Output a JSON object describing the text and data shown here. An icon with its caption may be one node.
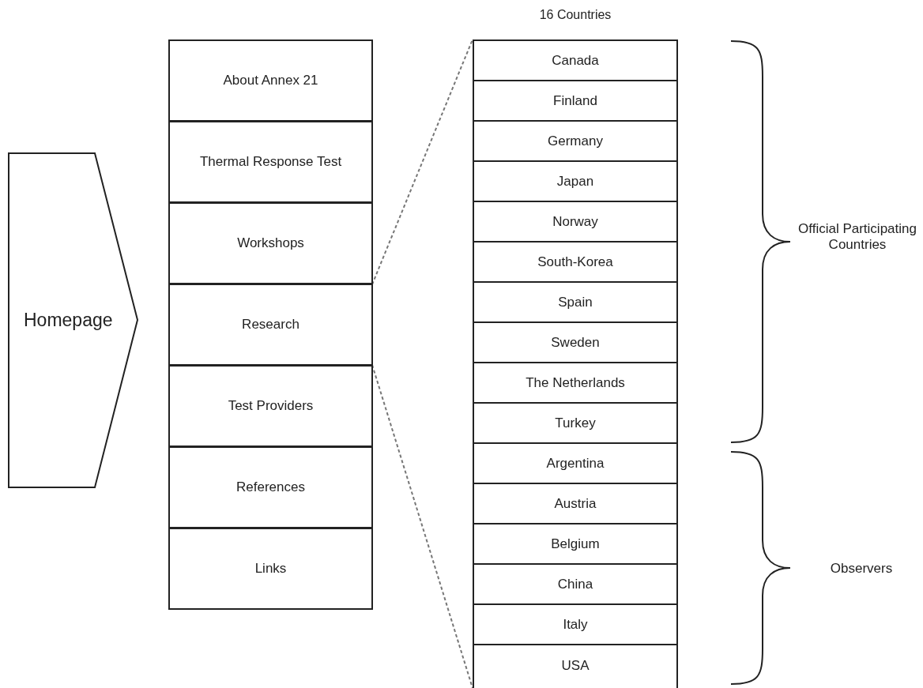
{
  "diagram": {
    "nodes": [
      {
        "text": [
          "Homepage"
        ]
      },
      {
        "text": [
          "About Annex 21"
        ]
      },
      {
        "text": [
          "Thermal Response Test"
        ]
      },
      {
        "text": [
          "Workshops"
        ]
      },
      {
        "text": [
          "Research"
        ]
      },
      {
        "text": [
          "Test Providers"
        ]
      },
      {
        "text": [
          "References"
        ]
      },
      {
        "text": [
          "Links"
        ]
      },
      {
        "text": [
          "16 Countries"
        ]
      },
      {
        "text": [
          "Canada"
        ],
        "in": 8
      },
      {
        "text": [
          "Finland"
        ],
        "in": 8
      },
      {
        "text": [
          "Germany"
        ],
        "in": 8
      },
      {
        "text": [
          "Japan"
        ],
        "in": 8
      },
      {
        "text": [
          "Norway"
        ],
        "in": 8
      },
      {
        "text": [
          "South-Korea"
        ],
        "in": 8
      },
      {
        "text": [
          "Spain"
        ],
        "in": 8
      },
      {
        "text": [
          "Sweden"
        ],
        "in": 8
      },
      {
        "text": [
          "The Netherlands"
        ],
        "in": 8
      },
      {
        "text": [
          "Turkey"
        ],
        "in": 8
      },
      {
        "text": [
          "Argentina"
        ],
        "in": 8
      },
      {
        "text": [
          "Austria"
        ],
        "in": 8
      },
      {
        "text": [
          "Belgium"
        ],
        "in": 8
      },
      {
        "text": [
          "China"
        ],
        "in": 8
      },
      {
        "text": [
          "Italy"
        ],
        "in": 8
      },
      {
        "text": [
          "USA"
        ],
        "in": 8
      }
    ],
    "edges": [
      {
        "from": 4,
        "to": 8,
        "arrow": "none",
        "style": "dashed"
      },
      {
        "from": 4,
        "to": 8,
        "arrow": "none",
        "style": "dashed"
      }
    ],
    "labels": [
      "Official Participating Countries",
      "Observers"
    ]
  }
}
